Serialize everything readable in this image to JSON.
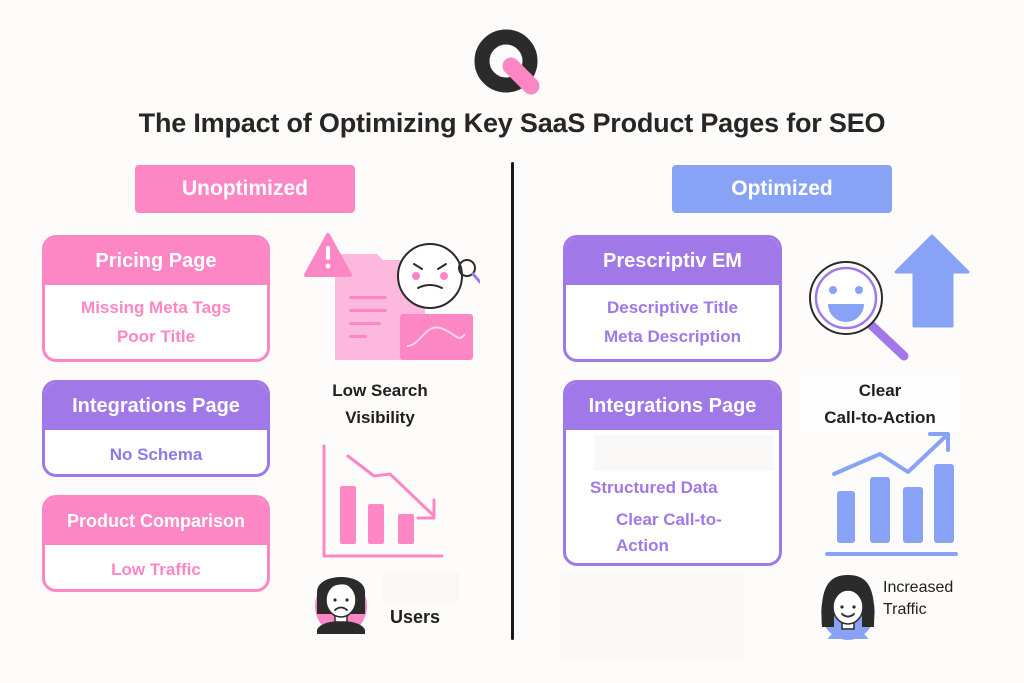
{
  "title": "The Impact of Optimizing Key SaaS Product Pages for SEO",
  "logo": {
    "icon": "q-logo-icon",
    "colors": {
      "ring": "#2b2b2b",
      "bar": "#fd86c4"
    }
  },
  "colors": {
    "pink": "#fd86c4",
    "purple": "#a078e8",
    "blue": "#88a3f5",
    "dark": "#1f1f1f",
    "background": "#fdfcfb"
  },
  "unoptimized": {
    "label": "Unoptimized",
    "cards": [
      {
        "header": "Pricing Page",
        "lines": [
          "Missing Meta Tags",
          "Poor Title"
        ],
        "color": "pink"
      },
      {
        "header": "Integrations Page",
        "lines": [
          "No Schema"
        ],
        "color": "purple"
      },
      {
        "header": "Product Comparison",
        "lines": [
          "Low Traffic"
        ],
        "color": "pink"
      }
    ],
    "illustrations": [
      {
        "icon": "document-warning-angry-face-icon",
        "caption": [
          "Low Search",
          "Visibility"
        ]
      },
      {
        "icon": "declining-bar-chart-icon",
        "caption": []
      },
      {
        "icon": "sad-user-avatar-icon",
        "caption": [
          "Users"
        ]
      }
    ]
  },
  "optimized": {
    "label": "Optimized",
    "cards": [
      {
        "header": "Prescriptiv EM",
        "lines": [
          "Descriptive Title",
          "Meta Description"
        ],
        "color": "purple"
      },
      {
        "header": "Integrations Page",
        "lines": [
          "Structured Data",
          "Clear Call-to-",
          "Action"
        ],
        "color": "purple"
      }
    ],
    "illustrations": [
      {
        "icon": "magnifier-happy-face-up-arrow-icon",
        "caption": [
          "Clear",
          "Call-to-Action"
        ]
      },
      {
        "icon": "rising-bar-chart-icon",
        "caption": []
      },
      {
        "icon": "happy-user-avatar-icon",
        "caption": [
          "Increased",
          "Traffic"
        ]
      }
    ]
  }
}
